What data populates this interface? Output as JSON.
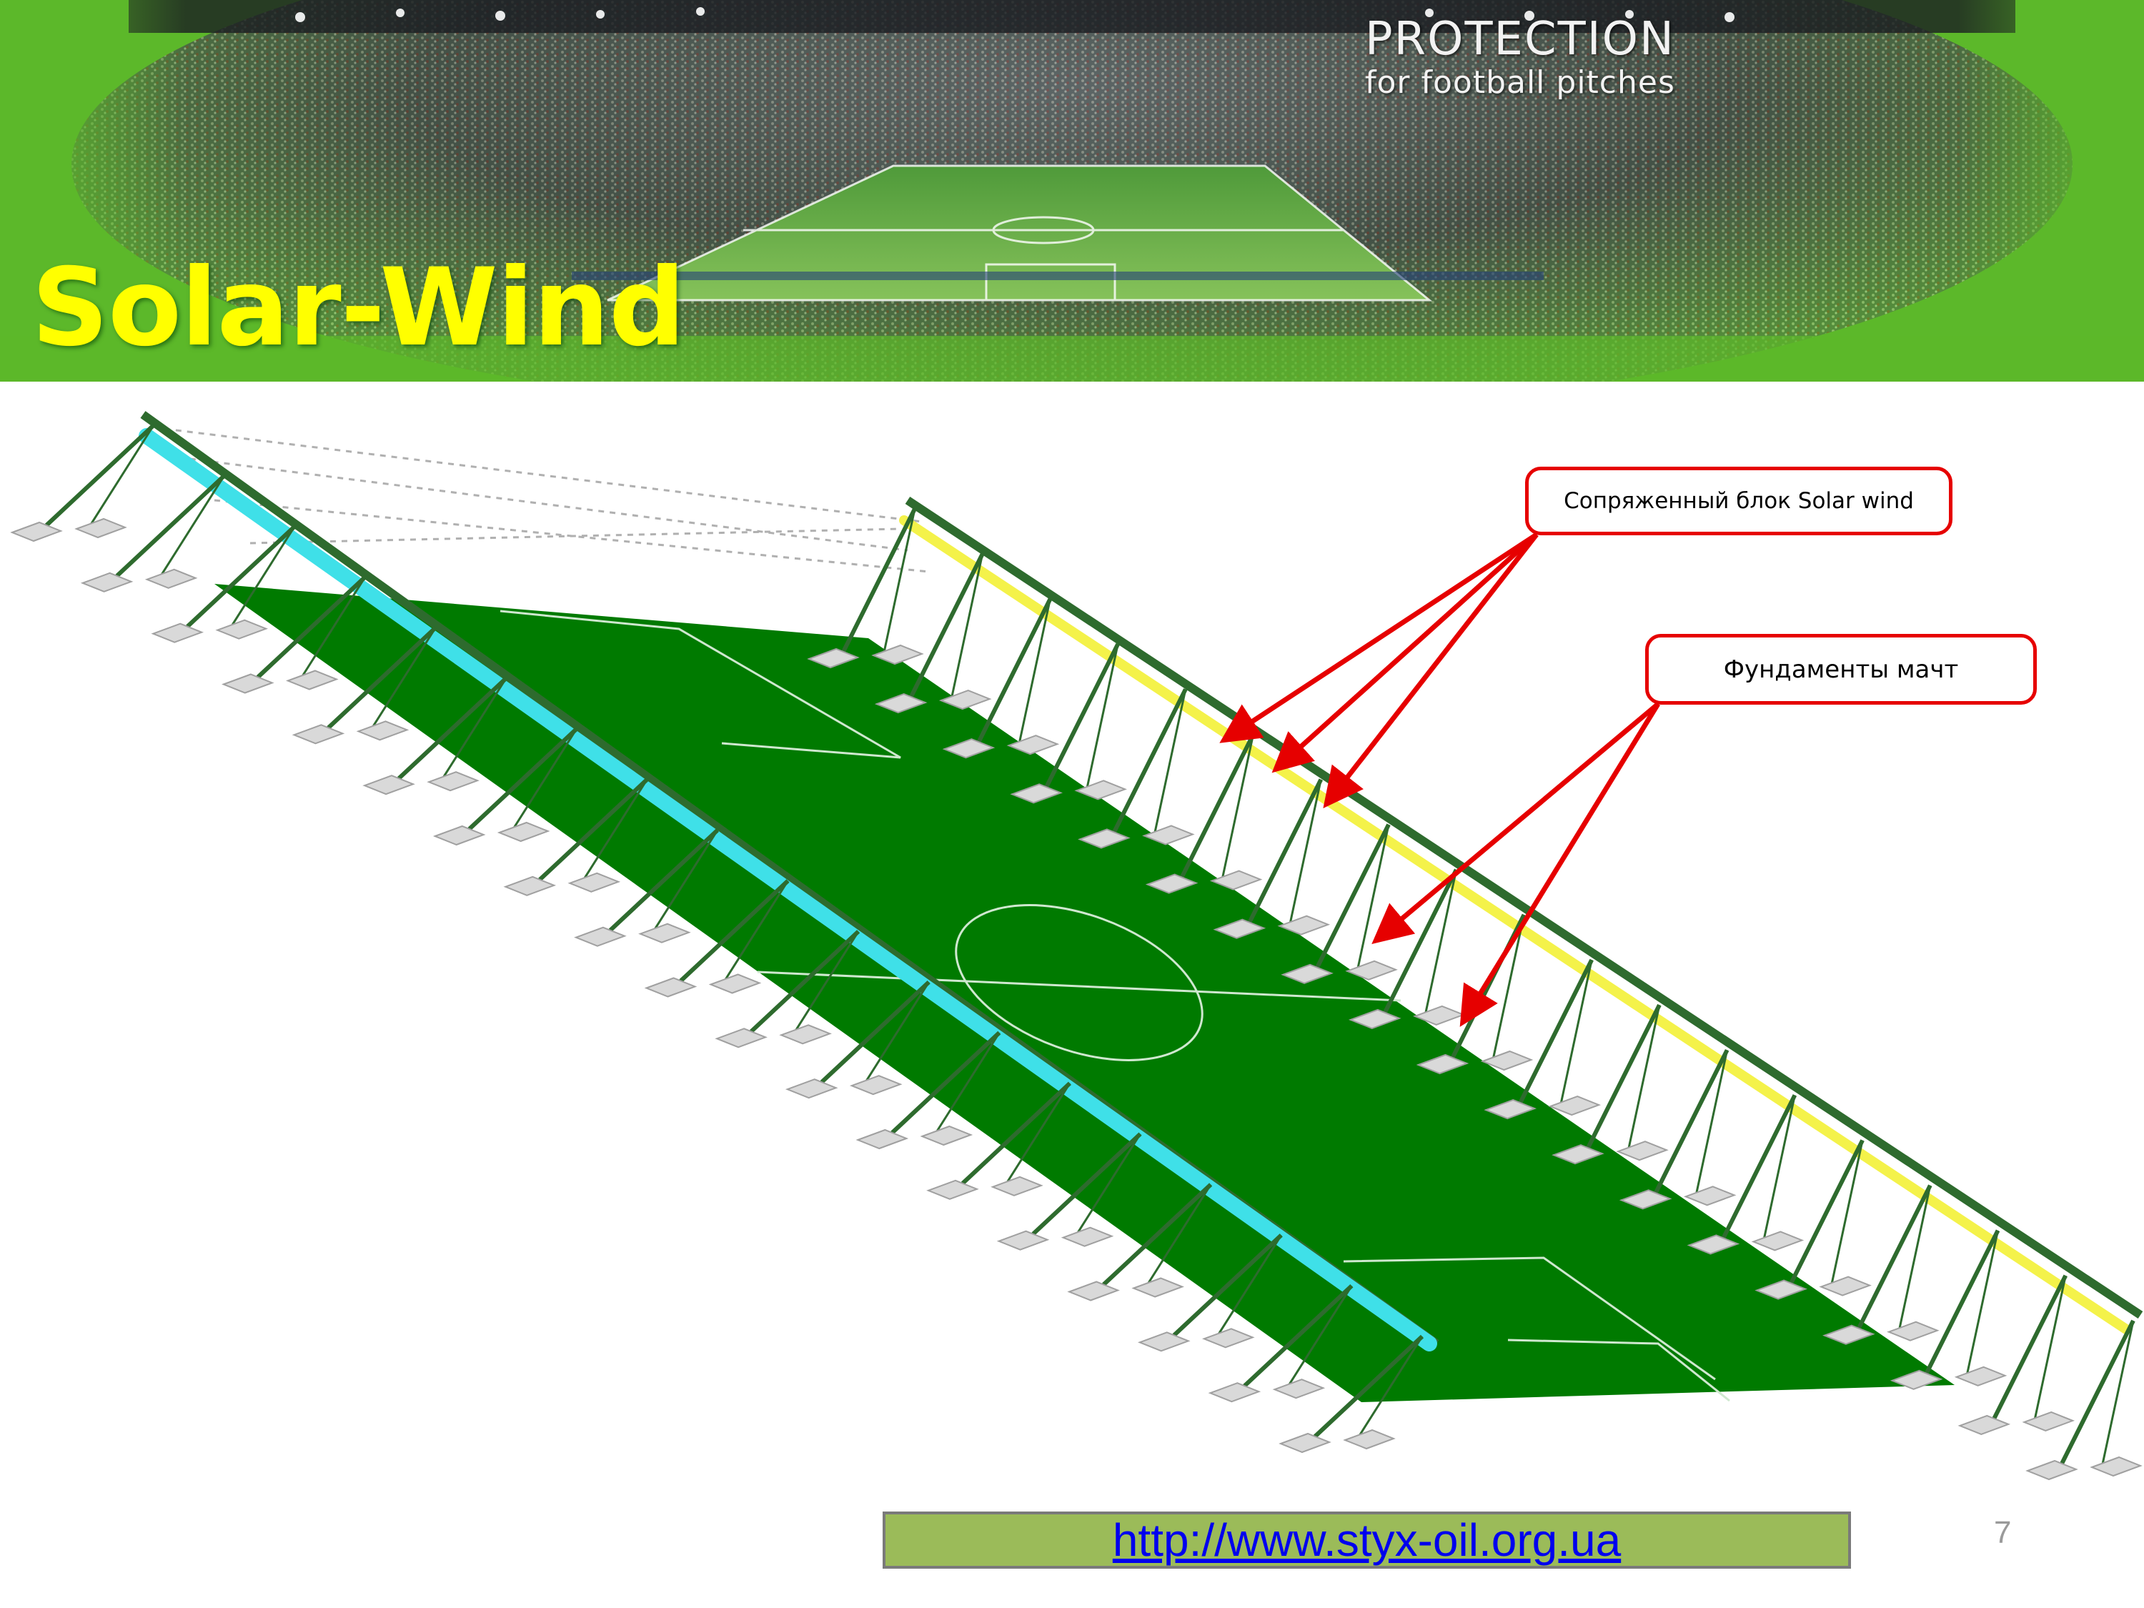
{
  "slide": {
    "title": "Solar-Wind",
    "banner": {
      "heading": "PROTECTION",
      "subheading": "for football pitches"
    },
    "callouts": {
      "solar_block": "Сопряженный блок Solar wind",
      "foundations": "Фундаменты мачт"
    },
    "footer": {
      "url": "http://www.styx-oil.org.ua"
    },
    "page_number": "7"
  },
  "colors": {
    "banner_green": "#5cb82a",
    "title_yellow": "#ffff00",
    "pitch_green": "#007a00",
    "mast_green": "#2e6b2e",
    "cyan_block": "#3fe0e8",
    "yellow_block": "#f4f24a",
    "callout_red": "#e60000",
    "footer_green": "#9bbb59"
  }
}
